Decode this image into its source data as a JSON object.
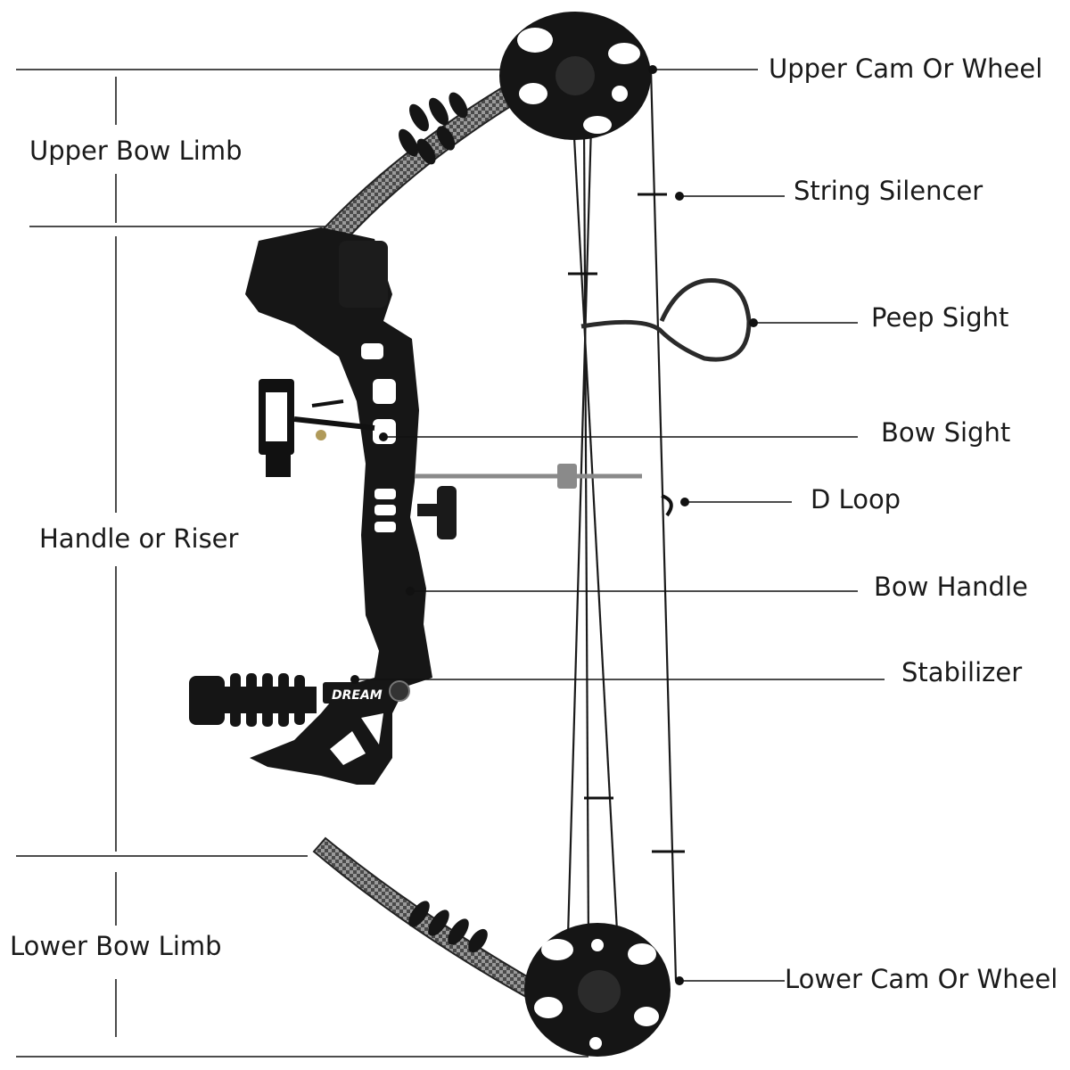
{
  "section_labels": {
    "upper_limb": "Upper Bow Limb",
    "riser": "Handle or Riser",
    "lower_limb": "Lower Bow Limb"
  },
  "part_labels": {
    "upper_cam": "Upper Cam Or Wheel",
    "string_silencer": "String Silencer",
    "peep_sight": "Peep Sight",
    "bow_sight": "Bow Sight",
    "d_loop": "D Loop",
    "bow_handle": "Bow Handle",
    "stabilizer": "Stabilizer",
    "lower_cam": "Lower Cam Or Wheel"
  },
  "brand_text": "DREAM",
  "colors": {
    "bow_body": "#161616",
    "limb": "#3a3a3a",
    "leader_line": "#111111",
    "text": "#1a1a1a"
  }
}
